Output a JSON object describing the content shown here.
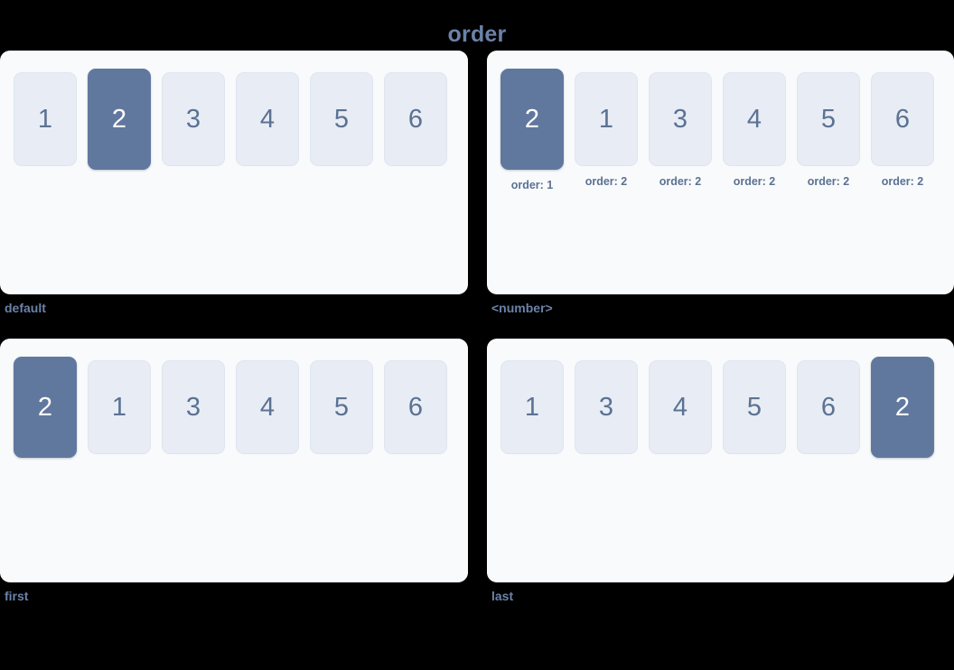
{
  "title": "order",
  "colors": {
    "background": "#000000",
    "card_background": "#f9fafc",
    "item_background": "#e8ecf5",
    "item_text": "#5b7292",
    "active_background": "#61789e",
    "active_text": "#ffffff",
    "caption_text": "#6b82a8"
  },
  "cards": [
    {
      "caption": "default",
      "items": [
        {
          "label": "1",
          "active": false,
          "order_label": ""
        },
        {
          "label": "2",
          "active": true,
          "order_label": ""
        },
        {
          "label": "3",
          "active": false,
          "order_label": ""
        },
        {
          "label": "4",
          "active": false,
          "order_label": ""
        },
        {
          "label": "5",
          "active": false,
          "order_label": ""
        },
        {
          "label": "6",
          "active": false,
          "order_label": ""
        }
      ]
    },
    {
      "caption": "<number>",
      "items": [
        {
          "label": "2",
          "active": true,
          "order_label": "order: 1"
        },
        {
          "label": "1",
          "active": false,
          "order_label": "order: 2"
        },
        {
          "label": "3",
          "active": false,
          "order_label": "order: 2"
        },
        {
          "label": "4",
          "active": false,
          "order_label": "order: 2"
        },
        {
          "label": "5",
          "active": false,
          "order_label": "order: 2"
        },
        {
          "label": "6",
          "active": false,
          "order_label": "order: 2"
        }
      ]
    },
    {
      "caption": "first",
      "items": [
        {
          "label": "2",
          "active": true,
          "order_label": ""
        },
        {
          "label": "1",
          "active": false,
          "order_label": ""
        },
        {
          "label": "3",
          "active": false,
          "order_label": ""
        },
        {
          "label": "4",
          "active": false,
          "order_label": ""
        },
        {
          "label": "5",
          "active": false,
          "order_label": ""
        },
        {
          "label": "6",
          "active": false,
          "order_label": ""
        }
      ]
    },
    {
      "caption": "last",
      "items": [
        {
          "label": "1",
          "active": false,
          "order_label": ""
        },
        {
          "label": "3",
          "active": false,
          "order_label": ""
        },
        {
          "label": "4",
          "active": false,
          "order_label": ""
        },
        {
          "label": "5",
          "active": false,
          "order_label": ""
        },
        {
          "label": "6",
          "active": false,
          "order_label": ""
        },
        {
          "label": "2",
          "active": true,
          "order_label": ""
        }
      ]
    }
  ]
}
